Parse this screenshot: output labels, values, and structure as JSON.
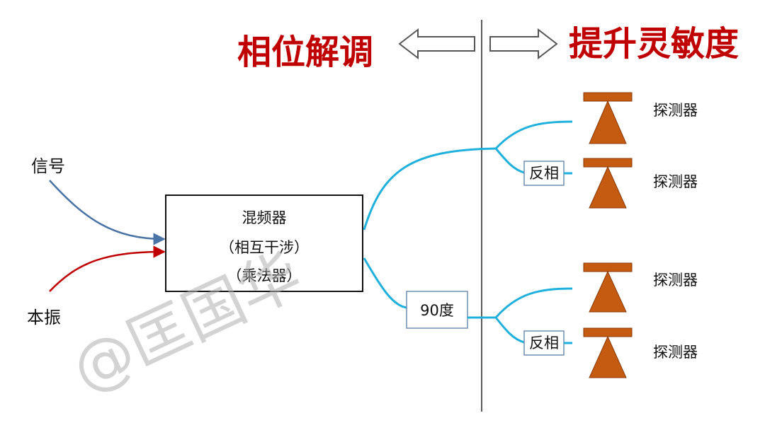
{
  "titles": {
    "left": "相位解调",
    "right": "提升灵敏度"
  },
  "inputs": {
    "signal": "信号",
    "local_oscillator": "本振"
  },
  "mixer": {
    "line1": "混频器",
    "line2": "（相互干涉）",
    "line3": "（乘法器）"
  },
  "phase_shifter": "90度",
  "inverter": "反相",
  "detector": "探测器",
  "watermark": "@匡国华",
  "colors": {
    "title": "#c00000",
    "fiber": "#1fb0dc",
    "signal_arrow": "#4a73a6",
    "lo_arrow": "#c00000",
    "detector_fill": "#c55a11",
    "detector_stroke": "#8a3a08",
    "box_border": "#6f8fb0"
  }
}
